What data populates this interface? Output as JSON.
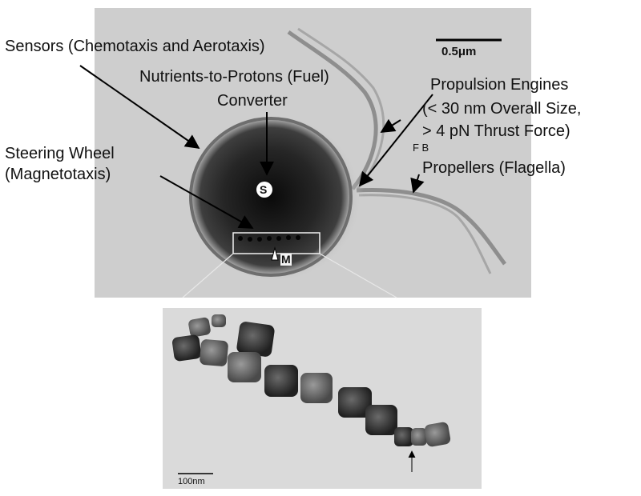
{
  "labels": {
    "sensors": "Sensors (Chemotaxis and Aerotaxis)",
    "fuel_line1": "Nutrients-to-Protons (Fuel)",
    "fuel_line2": "Converter",
    "propulsion_line1": "Propulsion Engines",
    "propulsion_line2": "(< 30 nm Overall Size,",
    "propulsion_line3": "> 4 pN Thrust Force)",
    "fb": "F B",
    "propellers": "Propellers (Flagella)",
    "steering_line1": "Steering Wheel",
    "steering_line2": "(Magnetotaxis)",
    "s_marker": "S",
    "m_marker": "M"
  },
  "scale_bars": {
    "top": "0.5μm",
    "bottom": "100nm"
  }
}
